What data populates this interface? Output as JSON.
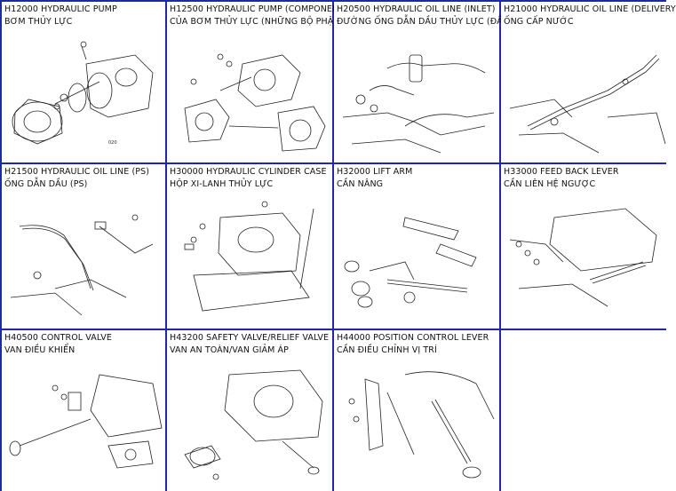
{
  "catalog": {
    "cells": [
      {
        "code_title": "H12000 HYDRAULIC PUMP",
        "vn_title": "BƠM THỦY LỰC"
      },
      {
        "code_title": "H12500 HYDRAULIC PUMP (COMPONEN",
        "vn_title": "CỦA BƠM THỦY LỰC (NHỮNG BỘ PHẬ"
      },
      {
        "code_title": "H20500 HYDRAULIC OIL LINE (INLET)",
        "vn_title": "ĐƯỜNG ỐNG DẪN DẦU THỦY LỰC (ĐẦ"
      },
      {
        "code_title": "H21000 HYDRAULIC OIL LINE (DELIVERY",
        "vn_title": "ỐNG CẤP NƯỚC"
      },
      {
        "code_title": "H21500 HYDRAULIC OIL LINE (PS)",
        "vn_title": "ỐNG DẪN DẦU (PS)"
      },
      {
        "code_title": "H30000 HYDRAULIC CYLINDER CASE",
        "vn_title": "HỘP XI-LANH THỦY LỰC"
      },
      {
        "code_title": "H32000 LIFT ARM",
        "vn_title": "CẦN NÂNG"
      },
      {
        "code_title": "H33000 FEED BACK LEVER",
        "vn_title": "CẦN LIÊN HỆ NGƯỢC"
      },
      {
        "code_title": "H40500 CONTROL VALVE",
        "vn_title": "VAN ĐIỀU KHIỂN"
      },
      {
        "code_title": "H43200 SAFETY VALVE/RELIEF VALVE",
        "vn_title": "VAN AN TOÀN/VAN GIẢM ÁP"
      },
      {
        "code_title": "H44000 POSITION CONTROL LEVER",
        "vn_title": "CẦN ĐIỀU CHỈNH VỊ TRÍ"
      }
    ]
  },
  "colors": {
    "border": "#1f2a9c",
    "ink": "#111111"
  }
}
